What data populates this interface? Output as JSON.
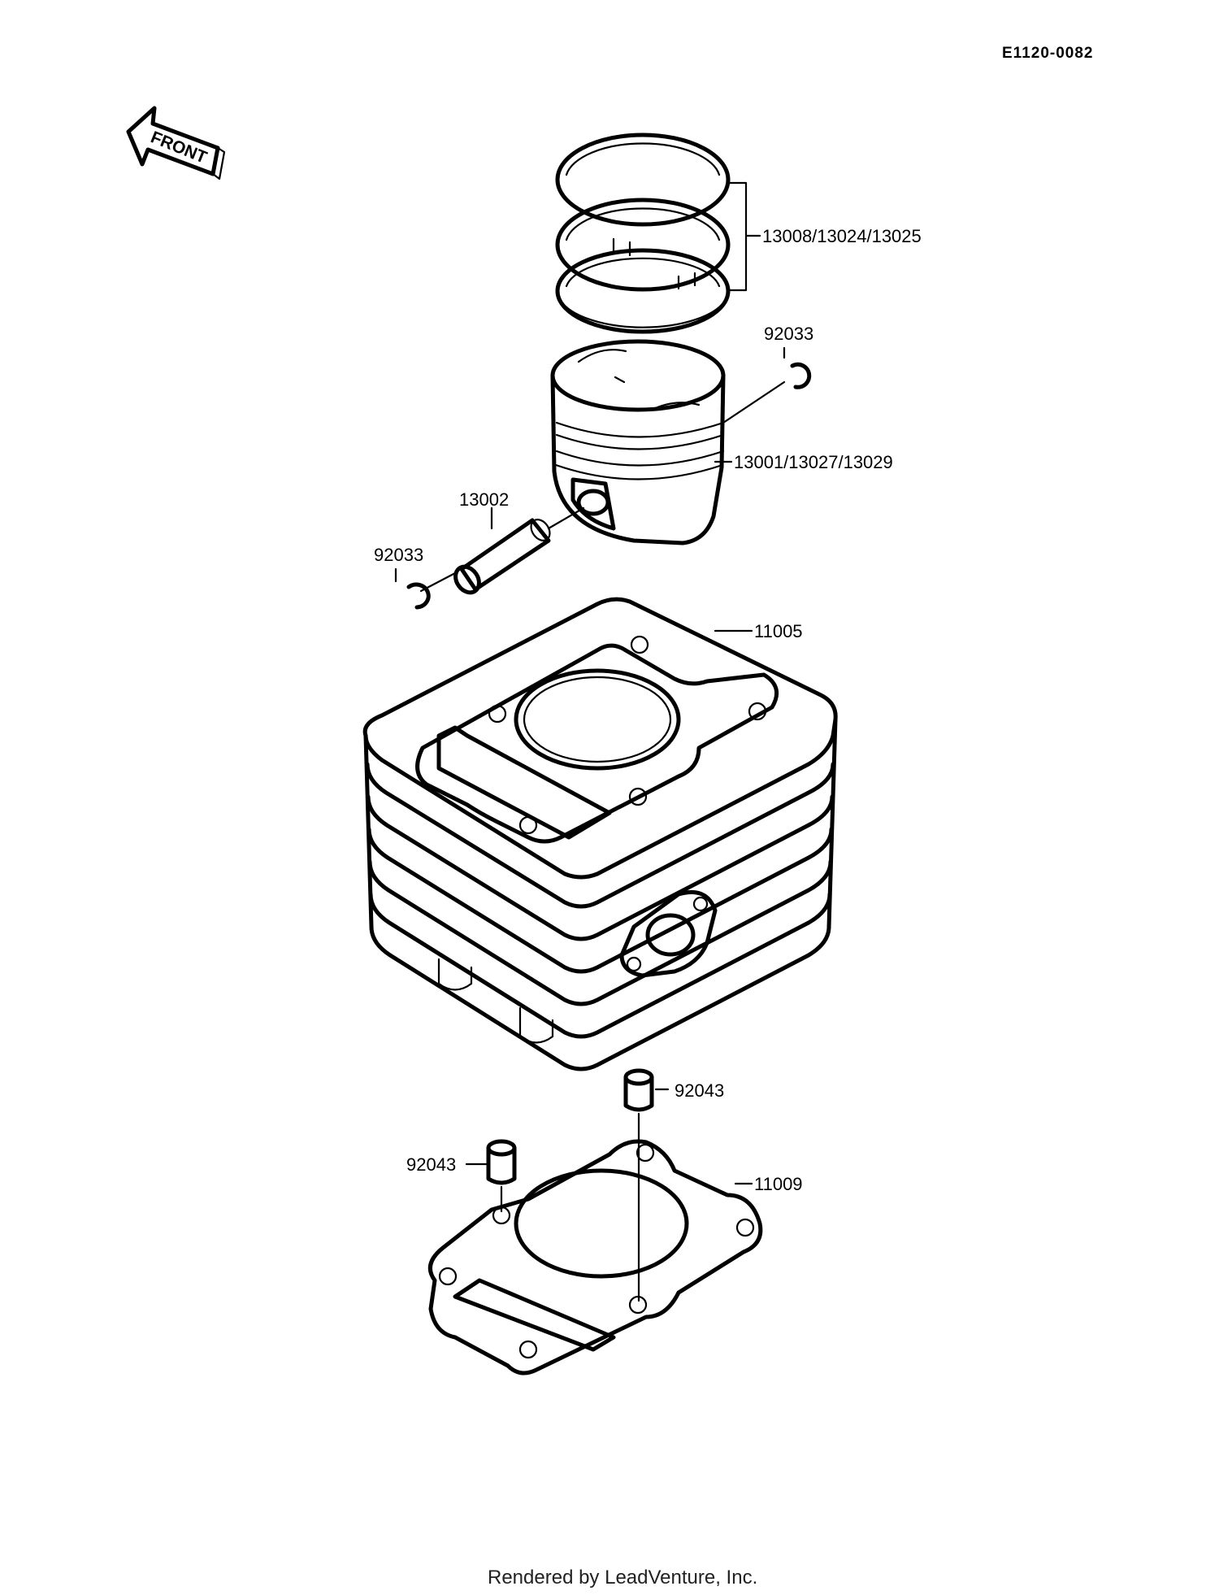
{
  "diagram_code": "E1120-0082",
  "front_label": "FRONT",
  "parts": {
    "rings": "13008/13024/13025",
    "piston": "13001/13027/13029",
    "clip_top": "92033",
    "clip_left": "92033",
    "pin": "13002",
    "cylinder": "11005",
    "dowel_right": "92043",
    "dowel_left": "92043",
    "gasket": "11009"
  },
  "footer": "Rendered by LeadVenture, Inc.",
  "colors": {
    "line": "#000000",
    "background": "#ffffff"
  }
}
